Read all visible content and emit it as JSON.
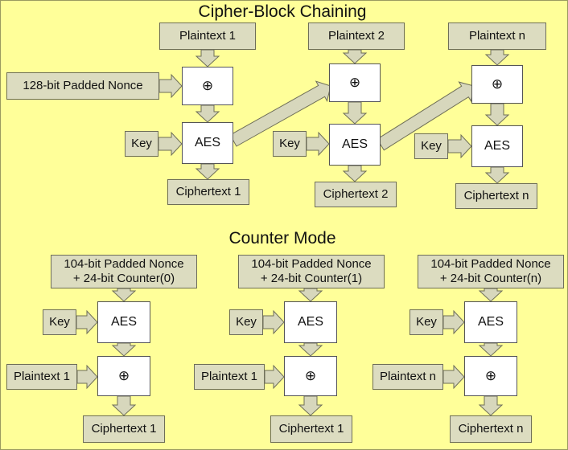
{
  "cbc": {
    "title": "Cipher-Block Chaining",
    "nonce": "128-bit Padded Nonce",
    "xor_symbol": "⊕",
    "cipher": "AES",
    "key": "Key",
    "plaintexts": [
      "Plaintext 1",
      "Plaintext 2",
      "Plaintext n"
    ],
    "ciphertexts": [
      "Ciphertext 1",
      "Ciphertext 2",
      "Ciphertext n"
    ]
  },
  "ctr": {
    "title": "Counter Mode",
    "cipher": "AES",
    "key": "Key",
    "xor_symbol": "⊕",
    "nonces": [
      [
        "104-bit Padded Nonce",
        "+ 24-bit Counter(0)"
      ],
      [
        "104-bit Padded Nonce",
        "+ 24-bit Counter(1)"
      ],
      [
        "104-bit Padded Nonce",
        "+ 24-bit Counter(n)"
      ]
    ],
    "plaintexts": [
      "Plaintext 1",
      "Plaintext 1",
      "Plaintext n"
    ],
    "ciphertexts": [
      "Ciphertext 1",
      "Ciphertext 1",
      "Ciphertext n"
    ]
  }
}
